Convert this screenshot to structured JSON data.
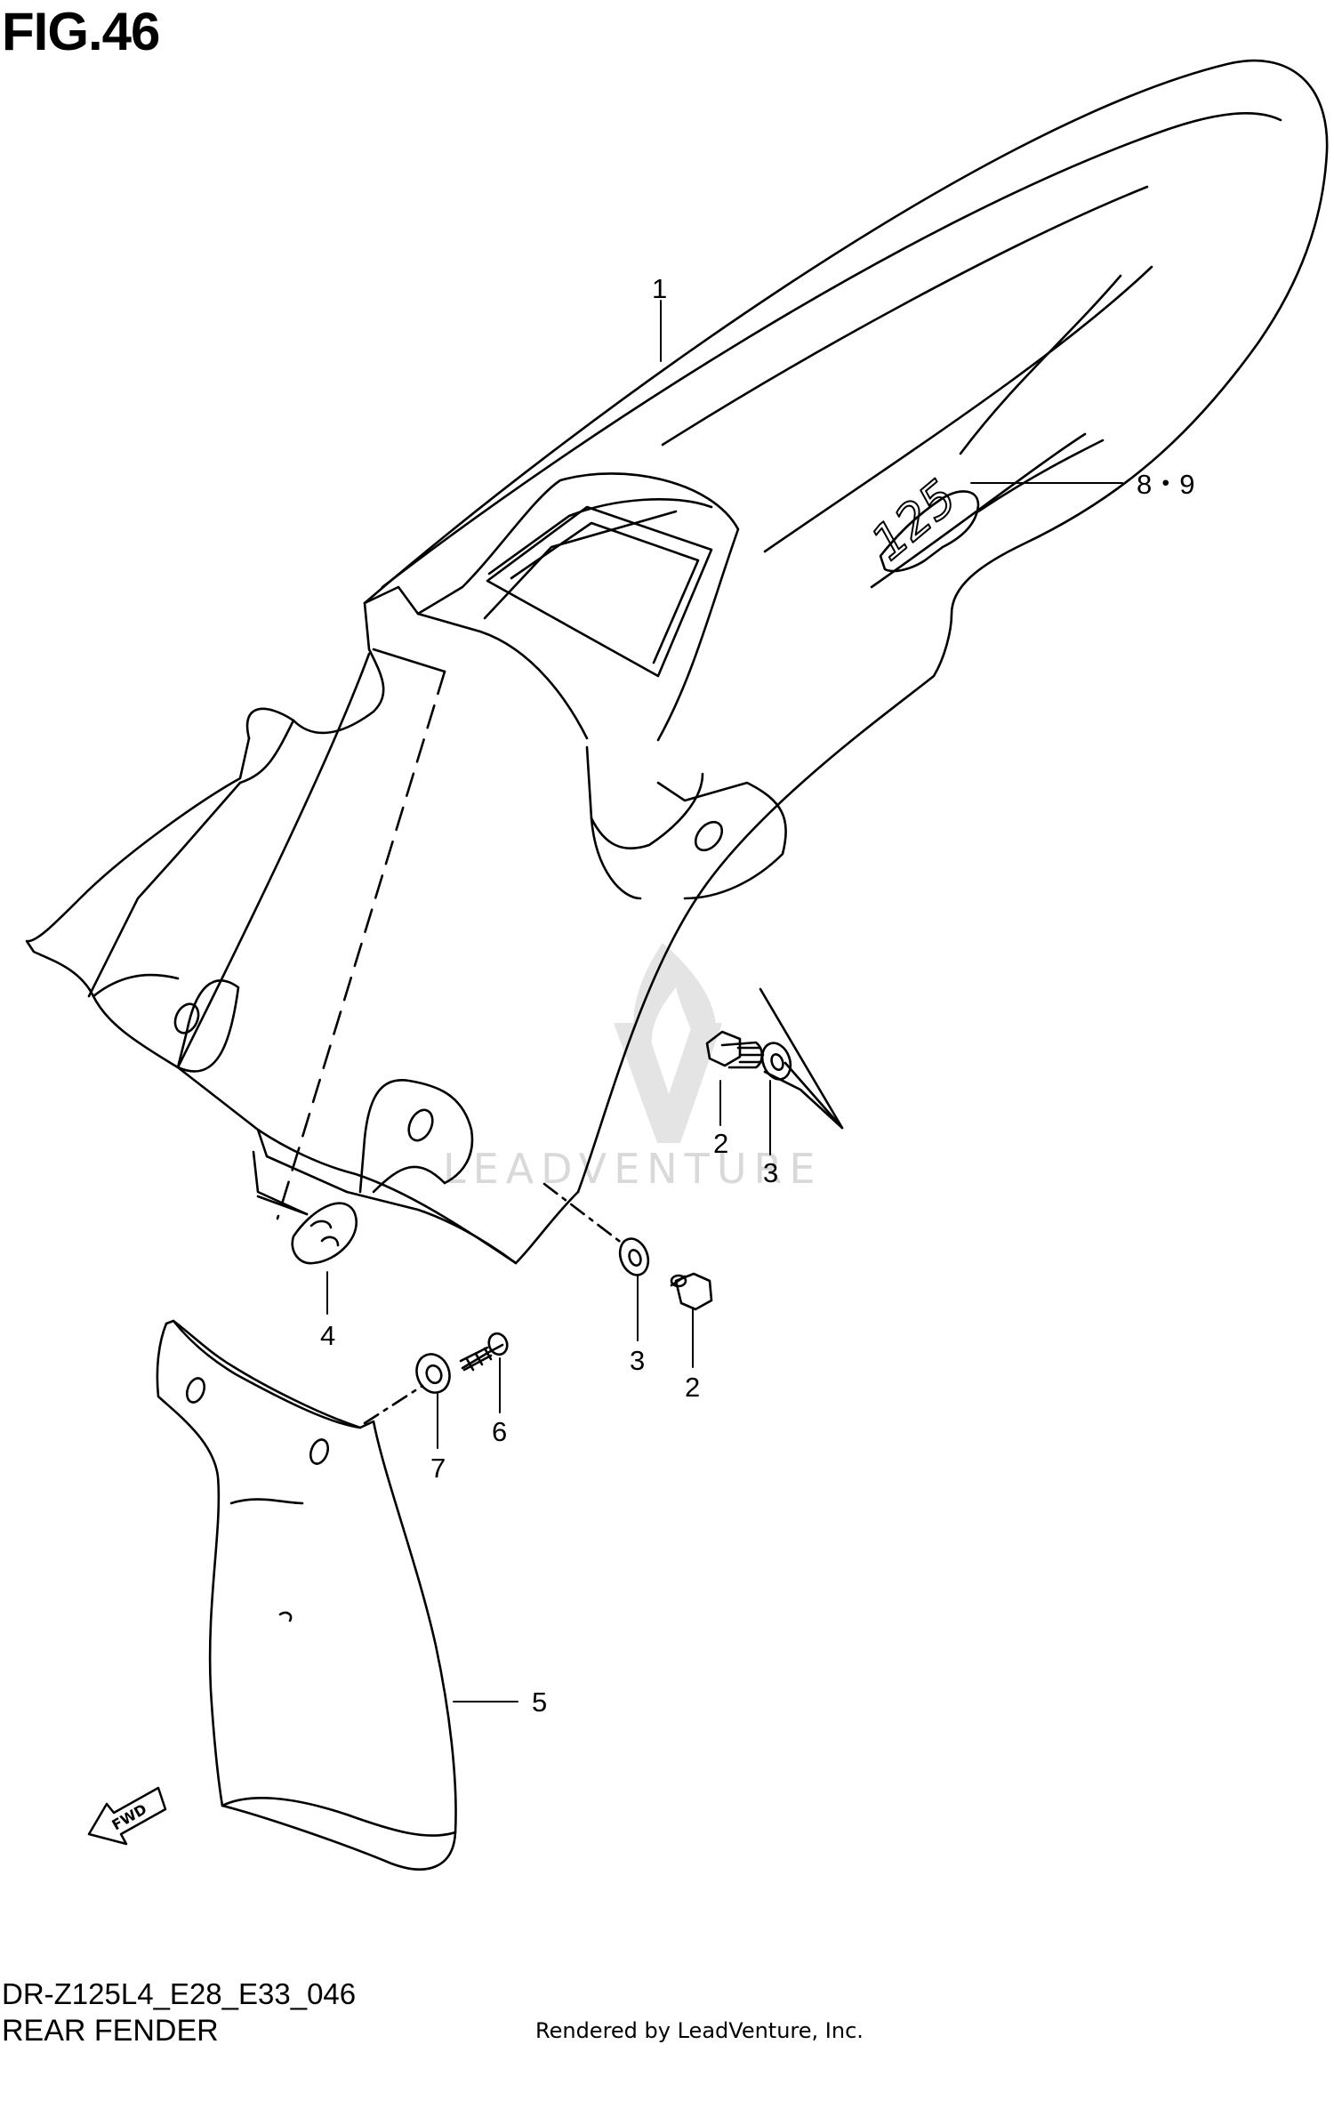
{
  "figure": {
    "title": "FIG.46",
    "model_code": "DR-Z125L4_E28_E33_046",
    "section_name": "REAR FENDER",
    "render_credit": "Rendered by LeadVenture, Inc."
  },
  "watermark": {
    "text": "LEADVENTURE"
  },
  "callouts": {
    "c1": "1",
    "c89": "8・9",
    "c2a": "2",
    "c3a": "3",
    "c4": "4",
    "c3b": "3",
    "c2b": "2",
    "c6": "6",
    "c7": "7",
    "c5": "5"
  },
  "fwd_label": "FWD",
  "decal_label": "125",
  "colors": {
    "line": "#000000",
    "background": "#ffffff",
    "watermark": "#d9d9d9"
  }
}
